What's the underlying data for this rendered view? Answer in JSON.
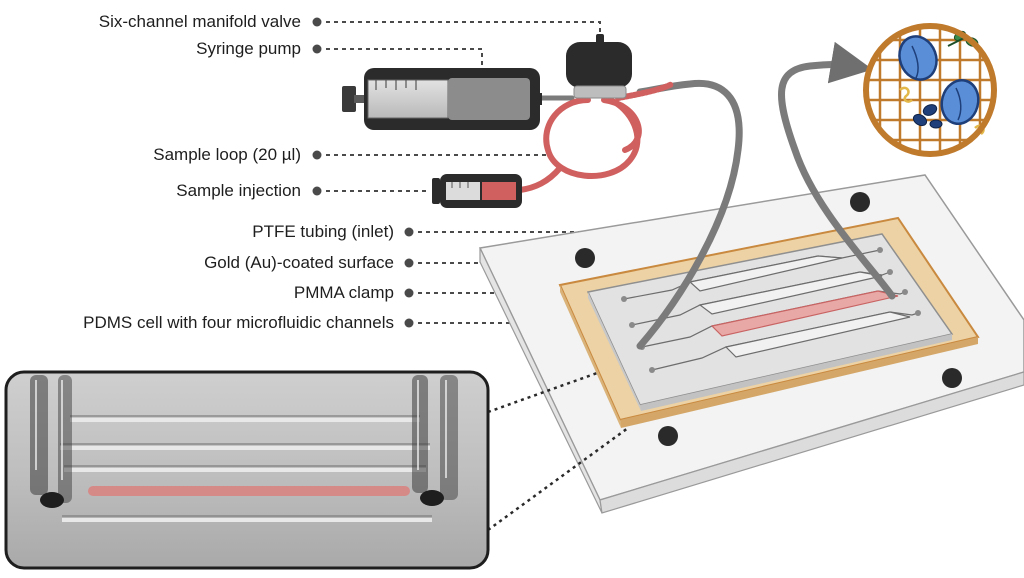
{
  "labels": {
    "manifold_valve": "Six-channel manifold valve",
    "syringe_pump": "Syringe pump",
    "sample_loop": "Sample loop (20 µl)",
    "sample_injection": "Sample injection",
    "ptfe_tubing": "PTFE tubing (inlet)",
    "gold_surface": "Gold (Au)-coated surface",
    "pmma_clamp": "PMMA clamp",
    "pdms_cell": "PDMS cell with four microfluidic channels"
  },
  "colors": {
    "tubing_grey": "#7b7b7b",
    "sample_red": "#d0605f",
    "gold": "#e9c998",
    "gold_edge": "#c9893f",
    "protein_blue": "#5a8fd8",
    "frame_orange": "#c07a2c"
  }
}
